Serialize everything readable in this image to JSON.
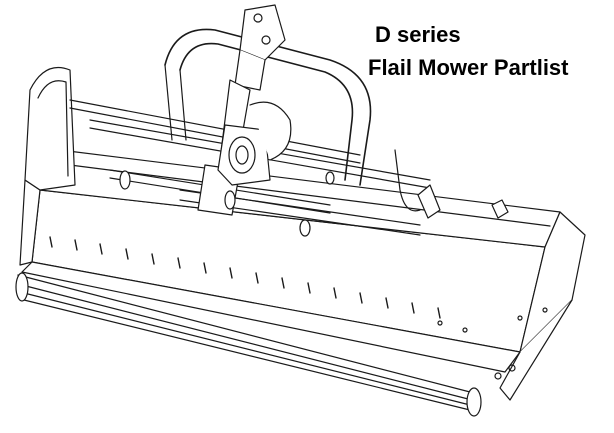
{
  "document": {
    "title_line_1": "D series",
    "title_line_2": "Flail Mower Partlist"
  },
  "illustration": {
    "subject": "flail-mower-line-drawing",
    "stroke_color": "#1a1a1a",
    "fill_color": "#ffffff"
  }
}
